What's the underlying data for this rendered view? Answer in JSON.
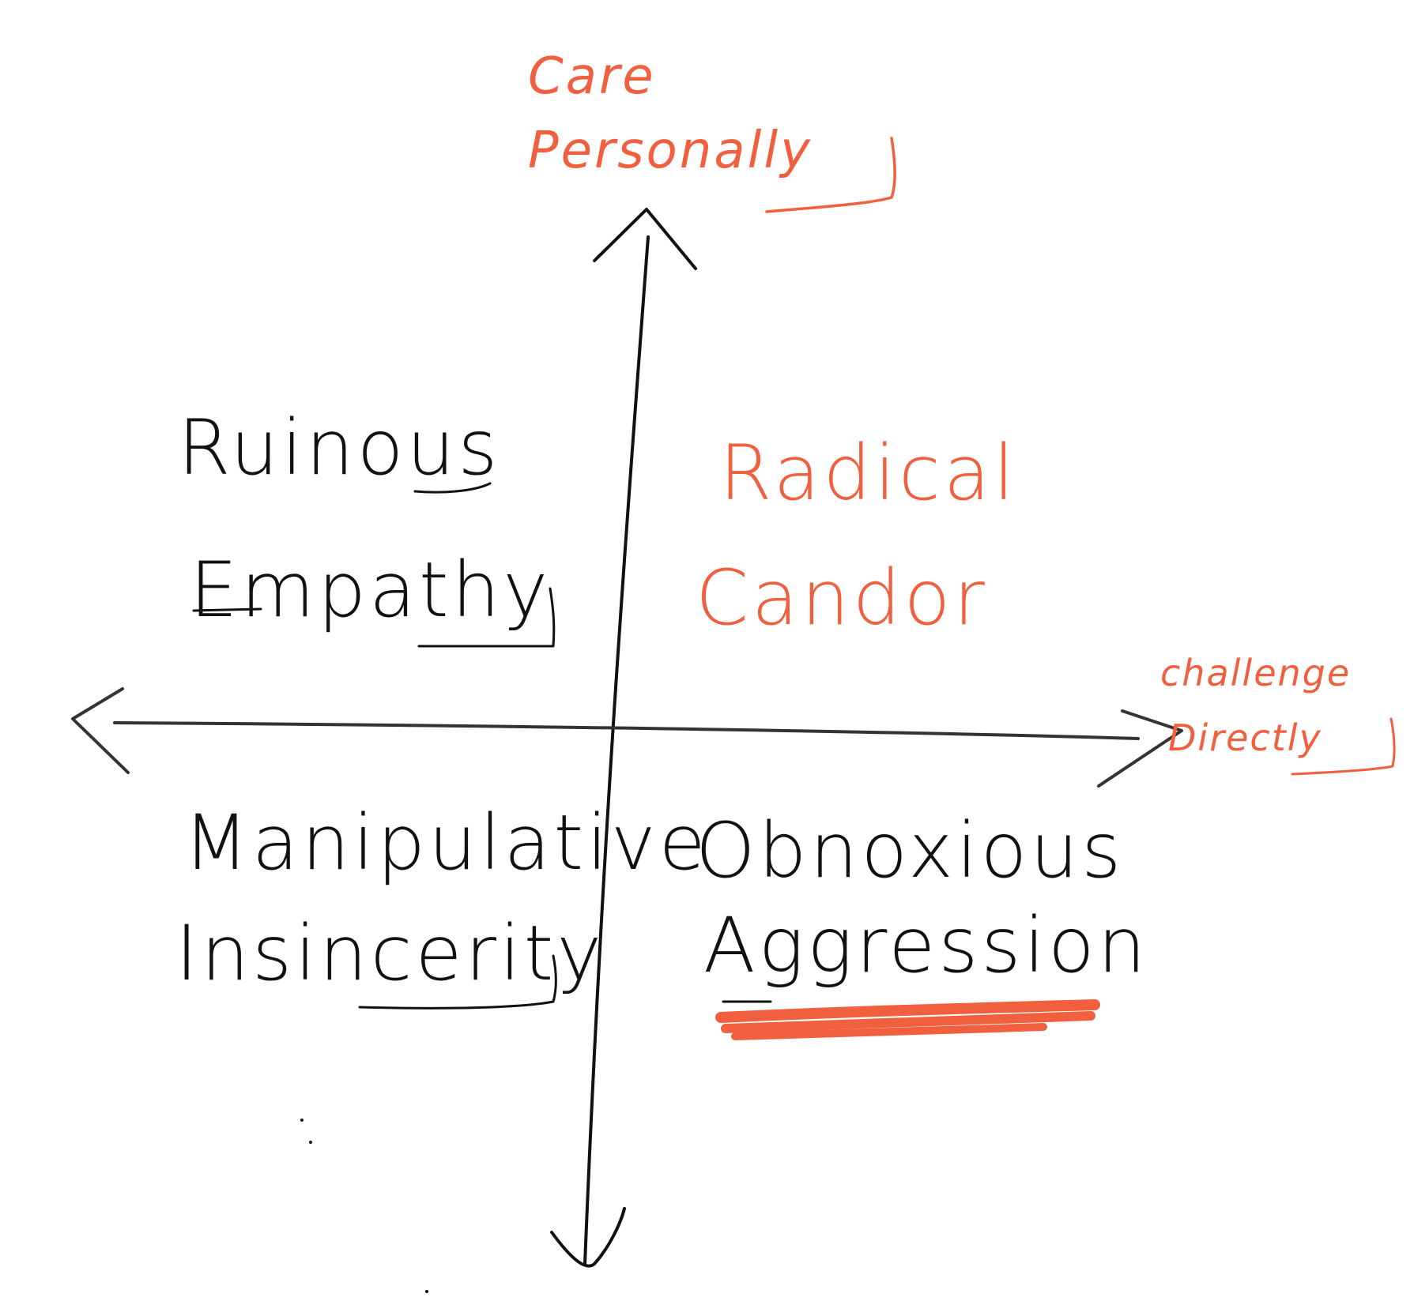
{
  "colors": {
    "ink": "#111111",
    "accent": "#f0603f",
    "axis": "#333333",
    "background": "#ffffff"
  },
  "axes": {
    "vertical": {
      "label_line1": "Care",
      "label_line2": "Personally"
    },
    "horizontal": {
      "label_line1": "challenge",
      "label_line2": "Directly"
    }
  },
  "quadrants": {
    "top_left": {
      "line1": "Ruinous",
      "line2": "Empathy"
    },
    "top_right": {
      "line1": "Radical",
      "line2": "Candor"
    },
    "bottom_left": {
      "line1": "Manipulative",
      "line2": "Insincerity"
    },
    "bottom_right": {
      "line1": "Obnoxious",
      "line2": "Aggression"
    }
  }
}
